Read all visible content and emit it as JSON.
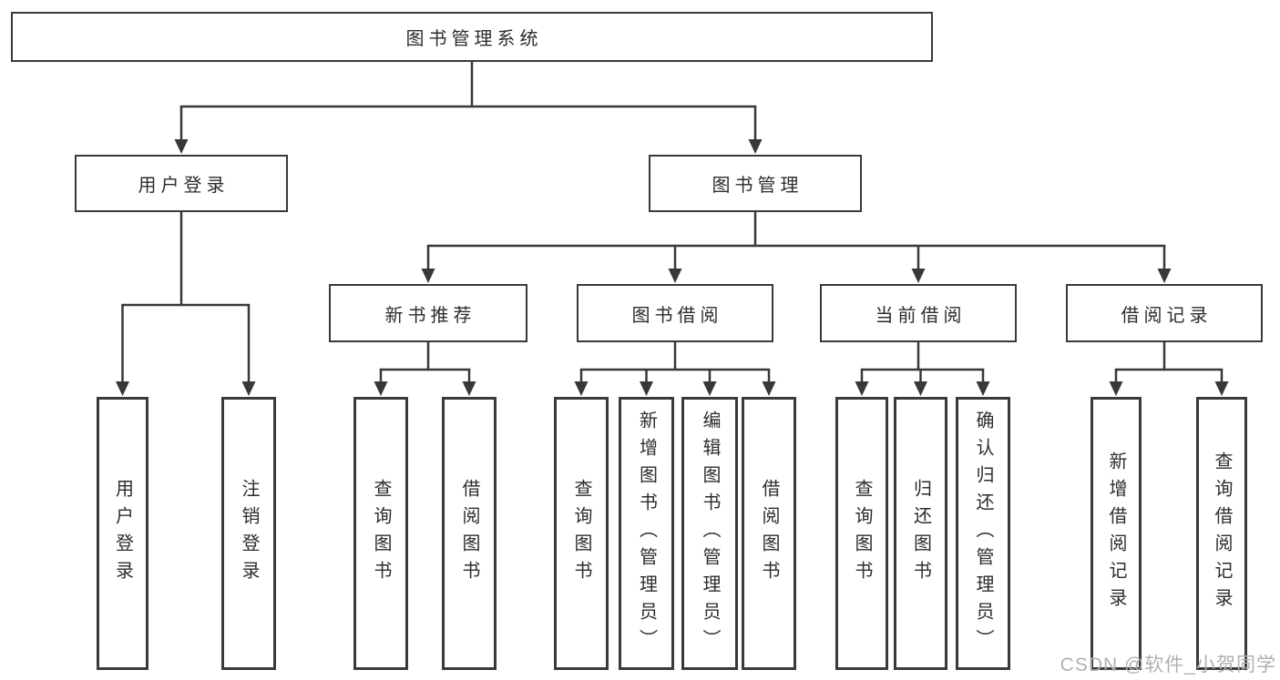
{
  "tree": {
    "root": {
      "label": "图书管理系统"
    },
    "branches": [
      {
        "label": "用户登录",
        "children": [
          {
            "label": "用户登录"
          },
          {
            "label": "注销登录"
          }
        ]
      },
      {
        "label": "图书管理",
        "children": [
          {
            "label": "新书推荐",
            "children": [
              {
                "label": "查询图书"
              },
              {
                "label": "借阅图书"
              }
            ]
          },
          {
            "label": "图书借阅",
            "children": [
              {
                "label": "查询图书"
              },
              {
                "label": "新增图书（管理员）"
              },
              {
                "label": "编辑图书（管理员）"
              },
              {
                "label": "借阅图书"
              }
            ]
          },
          {
            "label": "当前借阅",
            "children": [
              {
                "label": "查询图书"
              },
              {
                "label": "归还图书"
              },
              {
                "label": "确认归还（管理员）"
              }
            ]
          },
          {
            "label": "借阅记录",
            "children": [
              {
                "label": "新增借阅记录"
              },
              {
                "label": "查询借阅记录"
              }
            ]
          }
        ]
      }
    ]
  },
  "watermark": {
    "text": "CSDN @软件_小贺同学"
  },
  "colors": {
    "line": "#383838",
    "box_border": "#3a3a3a",
    "text": "#2d2d2d",
    "watermark": "#b0b0b0",
    "background": "#ffffff"
  }
}
